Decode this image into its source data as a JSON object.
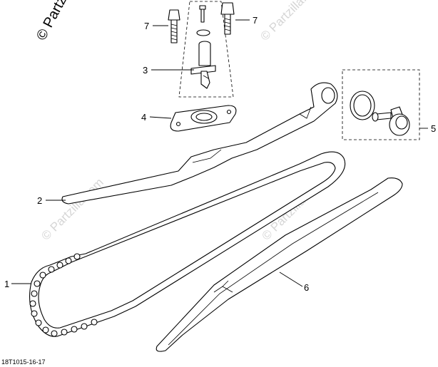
{
  "watermark": {
    "copyright": "© Partzilla.com",
    "faint": "© Partzilla.com"
  },
  "callouts": {
    "chain": "1",
    "upper_guide": "2",
    "tensioner": "3",
    "gasket": "4",
    "plug": "5",
    "lower_guide": "6",
    "bolt_left": "7",
    "bolt_right": "7"
  },
  "diagram_code": "18T1015-16-17"
}
